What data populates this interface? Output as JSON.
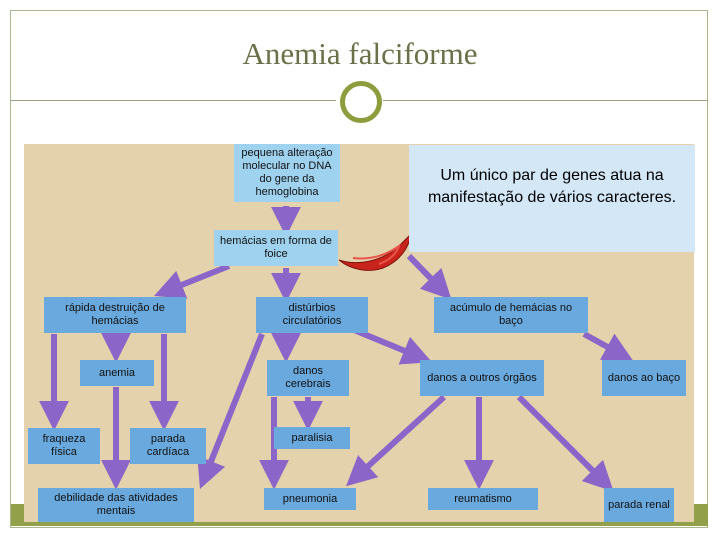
{
  "slide": {
    "title": "Anemia falciforme",
    "accent_color": "#8d9c3d",
    "icon": "circle-ring-icon"
  },
  "diagram": {
    "nodes": {
      "top": "pequena alteração molecular no DNA do gene da hemoglobina",
      "sickle": "hemácias em forma de foice",
      "destruction": "rápida destruição de hemácias",
      "circulatory": "distúrbios circulatórios",
      "accumulation": "acúmulo de hemácias no baço",
      "anemia": "anemia",
      "brain": "danos cerebrais",
      "organs": "danos a outros órgãos",
      "spleen": "danos ao baço",
      "weakness": "fraqueza física",
      "cardiac": "parada cardíaca",
      "paralysis": "paralisia",
      "debility": "debilidade das atividades mentais",
      "pneumonia": "pneumonia",
      "rheumatism": "reumatismo",
      "renal": "parada renal"
    },
    "arrow_color": "#8b66c8",
    "sickle_cell_icon": "red-sickle-cell-icon"
  },
  "callout": {
    "text": "Um único par de genes atua na manifestação de vários caracteres."
  }
}
